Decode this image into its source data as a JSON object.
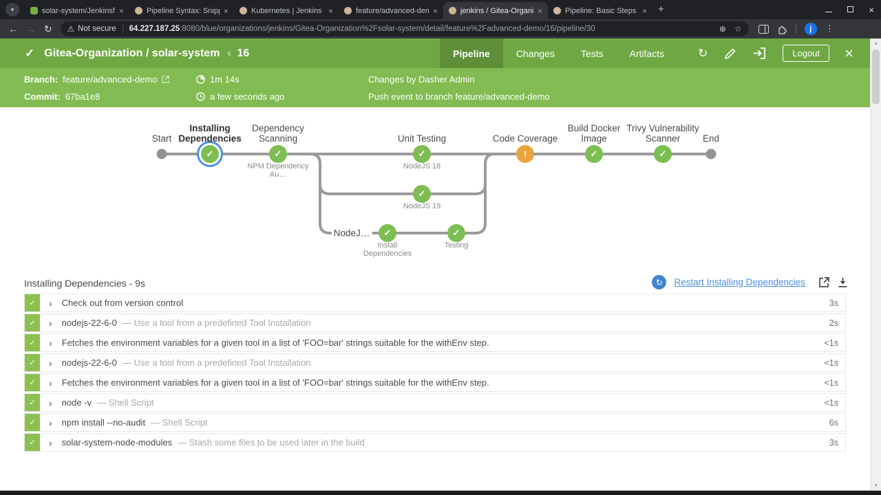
{
  "icons": {
    "check": "✓",
    "chevron_right": "›",
    "chevron_down": "▾",
    "up_arrow": "▲",
    "down_arrow": "▼",
    "back": "←",
    "forward": "→",
    "reload": "↻",
    "warning": "⚠",
    "zoom_in": "⊕",
    "star": "☆",
    "kebab": "⋮",
    "close": "×",
    "plus": "+",
    "restart": "↻",
    "warn_bang": "!"
  },
  "browser": {
    "tabs": [
      {
        "title": "solar-system/Jenkinsfile at featu",
        "active": false
      },
      {
        "title": "Pipeline Syntax: Snippet Genera",
        "active": false
      },
      {
        "title": "Kubernetes | Jenkins plugin",
        "active": false
      },
      {
        "title": "feature/advanced-demo [Gitea",
        "active": false
      },
      {
        "title": "jenkins / Gitea-Organization/so",
        "active": true
      },
      {
        "title": "Pipeline: Basic Steps",
        "active": false
      }
    ],
    "security_label": "Not secure",
    "url_host": "64.227.187.25",
    "url_rest": ":8080/blue/organizations/jenkins/Gitea-Organization%2Fsolar-system/detail/feature%2Fadvanced-demo/16/pipeline/30",
    "profile_initial": "j"
  },
  "header": {
    "title": "Gitea-Organization / solar-system",
    "run_separator": "‹",
    "run_number": "16",
    "tabs": [
      {
        "label": "Pipeline"
      },
      {
        "label": "Changes"
      },
      {
        "label": "Tests"
      },
      {
        "label": "Artifacts"
      }
    ],
    "logout_label": "Logout"
  },
  "run_info": {
    "branch_label": "Branch:",
    "branch_value": "feature/advanced-demo",
    "commit_label": "Commit:",
    "commit_value": "67ba1e8",
    "duration": "1m 14s",
    "time_ago": "a few seconds ago",
    "changes": "Changes by Dasher Admin",
    "cause": "Push event to branch feature/advanced-demo"
  },
  "pipeline_graph": {
    "nodes": [
      {
        "label": "Start",
        "status": "terminal"
      },
      {
        "label": "Installing Dependencies",
        "status": "success-selected"
      },
      {
        "label": "Dependency Scanning",
        "sublabel": "NPM Dependency Au…",
        "status": "success"
      },
      {
        "label": "Unit Testing",
        "sublabel": "NodeJS 18",
        "status": "success"
      },
      {
        "sublabel": "NodeJS 19",
        "status": "success"
      },
      {
        "label": "NodeJ…",
        "status": "branch-label"
      },
      {
        "sublabel": "Install Dependencies",
        "status": "success"
      },
      {
        "sublabel": "Testing",
        "status": "success"
      },
      {
        "label": "Code Coverage",
        "status": "unstable"
      },
      {
        "label": "Build Docker Image",
        "status": "success"
      },
      {
        "label": "Trivy Vulnerability Scanner",
        "status": "success"
      },
      {
        "label": "End",
        "status": "terminal"
      }
    ]
  },
  "steps": {
    "section_title": "Installing Dependencies - 9s",
    "restart_label": "Restart Installing Dependencies",
    "rows": [
      {
        "title": "Check out from version control",
        "desc": "",
        "time": "3s"
      },
      {
        "title": "nodejs-22-6-0",
        "desc": "— Use a tool from a predefined Tool Installation",
        "time": "2s"
      },
      {
        "title": "Fetches the environment variables for a given tool in a list of 'FOO=bar' strings suitable for the withEnv step.",
        "desc": "",
        "time": "<1s"
      },
      {
        "title": "nodejs-22-6-0",
        "desc": "— Use a tool from a predefined Tool Installation",
        "time": "<1s"
      },
      {
        "title": "Fetches the environment variables for a given tool in a list of 'FOO=bar' strings suitable for the withEnv step.",
        "desc": "",
        "time": "<1s"
      },
      {
        "title": "node -v",
        "desc": "— Shell Script",
        "time": "<1s"
      },
      {
        "title": "npm install --no-audit",
        "desc": "— Shell Script",
        "time": "6s"
      },
      {
        "title": "solar-system-node-modules",
        "desc": "— Stash some files to be used later in the build",
        "time": "3s"
      }
    ]
  },
  "colors": {
    "header_green": "#6FA843",
    "info_green": "#81BB51",
    "node_green": "#7CBE52",
    "unstable_orange": "#E9A43E",
    "link_blue": "#4A90E2"
  }
}
